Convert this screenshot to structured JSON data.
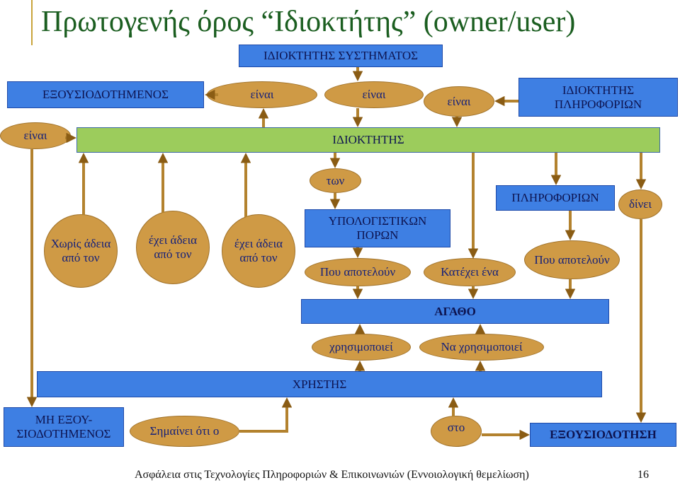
{
  "title": "Πρωτογενής όρος “Ιδιοκτήτης” (owner/user)",
  "nodes": {
    "system_owner": "ΙΔΙΟΚΤΗΤΗΣ ΣΥΣΤΗΜΑΤΟΣ",
    "authorized": "ΕΞΟΥΣΙΟΔΟΤΗΜΕΝΟΣ",
    "info_owner": [
      "ΙΔΙΟΚΤΗΤΗΣ",
      "ΠΛΗΡΟΦΟΡΙΩΝ"
    ],
    "owner": "ΙΔΙΟΚΤΗΤΗΣ",
    "information": "ΠΛΗΡΟΦΟΡΙΩΝ",
    "computing_resources": [
      "ΥΠΟΛΟΓΙΣΤΙΚΩΝ",
      "ΠΟΡΩΝ"
    ],
    "asset": "ΑΓΑΘΟ",
    "user": "ΧΡΗΣΤΗΣ",
    "unauthorized": [
      "ΜΗ ΕΞΟΥ-",
      "ΣΙΟΔΟΤΗΜΕΝΟΣ"
    ],
    "authorization": "ΕΞΟΥΣΙΟΔΟΤΗΣΗ"
  },
  "links": {
    "is_left": "είναι",
    "is_a": "είναι",
    "is_b": "είναι",
    "is_c": "είναι",
    "of": "των",
    "gives": "δίνει",
    "constitute_1": "Που αποτελούν",
    "constitute_2": "Που αποτελούν",
    "holds": "Κατέχει ένα",
    "uses": "χρησιμοποιεί",
    "to_use": "Να χρησιμοποιεί",
    "means_that": "Σημαίνει ότι ο",
    "to": "στο"
  },
  "circles": {
    "without_permission": [
      "Χωρίς άδεια",
      "από τον"
    ],
    "has_permission_1": [
      "έχει άδεια",
      "από τον"
    ],
    "has_permission_2": [
      "έχει άδεια",
      "από τον"
    ]
  },
  "footer": {
    "text": "Ασφάλεια στις Τεχνολογίες Πληροφοριών & Επικοινωνιών (Εννοιολογική θεμελίωση)",
    "page_number": "16"
  },
  "colors": {
    "title": "#1b5e20",
    "box": "#3e7fe3",
    "box_border": "#1f4aa8",
    "box_text": "#0d1450",
    "green_bar": "#9ccc5c",
    "green_border": "#3f6aa8",
    "oval": "#cf9a45",
    "oval_border": "#a0722a",
    "oval_text": "#14207a",
    "arrow": "#b3822e",
    "arrow_head": "#8a5c14"
  }
}
